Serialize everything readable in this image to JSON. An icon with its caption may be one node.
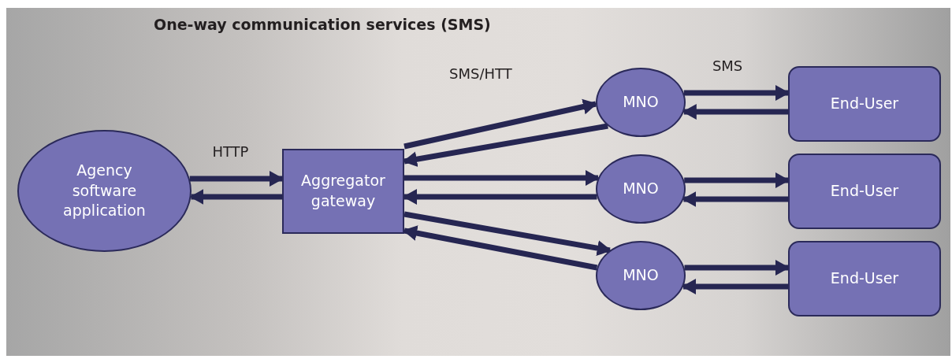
{
  "diagram": {
    "title": "One-way communication services (SMS)",
    "nodes": [
      {
        "text": [
          "Agency software application"
        ]
      },
      {
        "text": [
          "Aggregator gateway"
        ]
      },
      {
        "text": [
          "MNO"
        ]
      },
      {
        "text": [
          "MNO"
        ]
      },
      {
        "text": [
          "MNO"
        ]
      },
      {
        "text": [
          "End-User"
        ]
      },
      {
        "text": [
          "End-User"
        ]
      },
      {
        "text": [
          "End-User"
        ]
      }
    ],
    "edges": [
      {
        "from": 0,
        "to": 1,
        "arrow": "to",
        "label": "HTTP"
      },
      {
        "from": 1,
        "to": 0,
        "arrow": "to"
      },
      {
        "from": 1,
        "to": 2,
        "arrow": "to",
        "label": "SMS/HTT"
      },
      {
        "from": 2,
        "to": 1,
        "arrow": "to"
      },
      {
        "from": 1,
        "to": 3,
        "arrow": "to"
      },
      {
        "from": 3,
        "to": 1,
        "arrow": "to"
      },
      {
        "from": 1,
        "to": 4,
        "arrow": "to"
      },
      {
        "from": 4,
        "to": 1,
        "arrow": "to"
      },
      {
        "from": 2,
        "to": 5,
        "arrow": "to",
        "label": "SMS"
      },
      {
        "from": 5,
        "to": 2,
        "arrow": "to"
      },
      {
        "from": 3,
        "to": 6,
        "arrow": "to"
      },
      {
        "from": 6,
        "to": 3,
        "arrow": "to"
      },
      {
        "from": 4,
        "to": 7,
        "arrow": "to"
      },
      {
        "from": 7,
        "to": 4,
        "arrow": "to"
      }
    ]
  }
}
